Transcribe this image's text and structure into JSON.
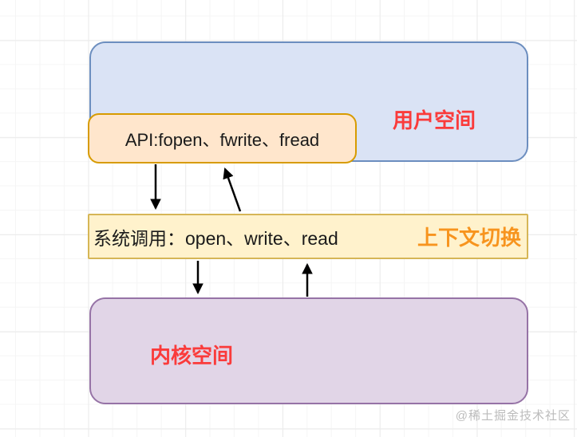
{
  "diagram": {
    "user_space": {
      "title": "用户空间"
    },
    "api_box": {
      "label": "API:fopen、fwrite、fread"
    },
    "syscall_bar": {
      "label": "系统调用：open、write、read",
      "context_switch": "上下文切换"
    },
    "kernel_space": {
      "title": "内核空间"
    },
    "arrows": [
      {
        "name": "api-to-syscall",
        "direction": "down"
      },
      {
        "name": "syscall-to-api",
        "direction": "up"
      },
      {
        "name": "syscall-to-kernel",
        "direction": "down"
      },
      {
        "name": "kernel-to-syscall",
        "direction": "up"
      }
    ]
  },
  "colors": {
    "user_space_fill": "#dae3f5",
    "user_space_border": "#6c8ebf",
    "api_fill": "#ffe6cc",
    "api_border": "#d79b00",
    "syscall_fill": "#fff2cc",
    "syscall_border": "#d6b656",
    "kernel_fill": "#e1d5e7",
    "kernel_border": "#9673a6",
    "title_red": "#fa3b3b",
    "context_orange": "#f7941e",
    "arrow": "#000000"
  },
  "watermark": "@稀土掘金技术社区"
}
